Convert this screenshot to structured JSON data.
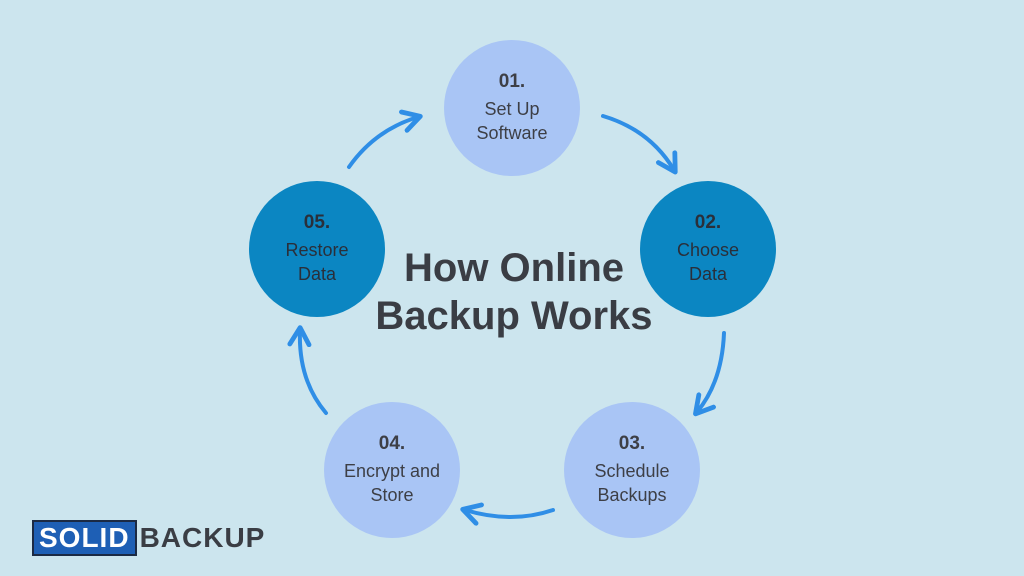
{
  "title": "How Online\nBackup Works",
  "colors": {
    "background": "#cce5ee",
    "light_circle": "#a9c5f5",
    "dark_circle": "#0b86c2",
    "arrow": "#2f8ee6",
    "text": "#3a3d44"
  },
  "steps": [
    {
      "number": "01.",
      "label": "Set Up\nSoftware",
      "style": "light"
    },
    {
      "number": "02.",
      "label": "Choose\nData",
      "style": "dark"
    },
    {
      "number": "03.",
      "label": "Schedule\nBackups",
      "style": "light"
    },
    {
      "number": "04.",
      "label": "Encrypt and\nStore",
      "style": "light"
    },
    {
      "number": "05.",
      "label": "Restore\nData",
      "style": "dark"
    }
  ],
  "logo": {
    "part1": "SOLID",
    "part2": "BACKUP"
  }
}
